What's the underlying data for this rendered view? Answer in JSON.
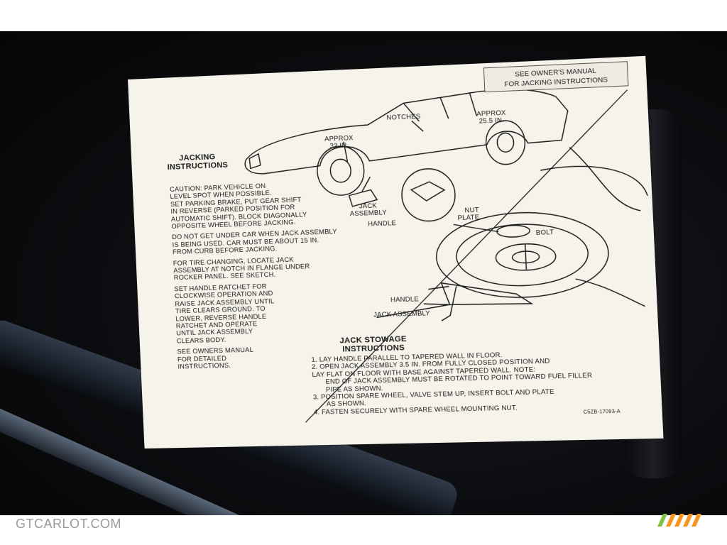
{
  "decal": {
    "see_manual_line1": "SEE OWNER'S MANUAL",
    "see_manual_line2": "FOR JACKING INSTRUCTIONS",
    "jacking_title_1": "JACKING",
    "jacking_title_2": "INSTRUCTIONS",
    "labels": {
      "notches": "NOTCHES",
      "approx_32_1": "APPROX",
      "approx_32_2": "32 IN.",
      "approx_25_1": "APPROX",
      "approx_25_2": "25.5 IN.",
      "jack_assembly_1": "JACK",
      "jack_assembly_2": "ASSEMBLY",
      "handle_top": "HANDLE",
      "nut": "NUT",
      "plate": "PLATE",
      "bolt": "BOLT",
      "handle": "HANDLE",
      "jack_assembly": "JACK ASSEMBLY"
    },
    "caution_lines": [
      "CAUTION: PARK VEHICLE ON",
      "LEVEL SPOT WHEN POSSIBLE.",
      "SET PARKING BRAKE, PUT GEAR SHIFT",
      "IN REVERSE (PARKED POSITION FOR",
      "AUTOMATIC SHIFT). BLOCK DIAGONALLY",
      "OPPOSITE WHEEL BEFORE JACKING.",
      "",
      "DO NOT GET UNDER CAR WHEN JACK ASSEMBLY",
      "IS BEING USED. CAR MUST BE ABOUT 15 IN.",
      "FROM CURB BEFORE JACKING.",
      "",
      "FOR TIRE CHANGING, LOCATE JACK",
      "ASSEMBLY AT NOTCH IN FLANGE UNDER",
      "ROCKER PANEL. SEE SKETCH.",
      "",
      "SET HANDLE RATCHET FOR",
      "CLOCKWISE OPERATION AND",
      "RAISE JACK ASSEMBLY UNTIL",
      "TIRE CLEARS GROUND. TO",
      "LOWER, REVERSE HANDLE",
      "RATCHET AND OPERATE",
      "UNTIL JACK ASSEMBLY",
      "CLEARS BODY.",
      "",
      "SEE OWNERS MANUAL",
      "FOR DETAILED",
      "INSTRUCTIONS."
    ],
    "stowage_title_1": "JACK STOWAGE",
    "stowage_title_2": "INSTRUCTIONS",
    "stowage_lines": [
      "1. LAY HANDLE PARALLEL TO TAPERED WALL IN FLOOR.",
      "2. OPEN JACK ASSEMBLY 3.5 IN. FROM FULLY CLOSED POSITION AND",
      "LAY FLAT ON FLOOR WITH BASE AGAINST TAPERED WALL. NOTE:",
      "END OF JACK ASSEMBLY MUST BE ROTATED TO POINT TOWARD FUEL FILLER",
      "PIPE AS SHOWN.",
      "3. POSITION SPARE WHEEL, VALVE STEM UP, INSERT BOLT AND PLATE",
      "AS SHOWN.",
      "4. FASTEN SECURELY WITH SPARE WHEEL MOUNTING NUT."
    ],
    "part_code": "C5ZB-17093-A"
  },
  "watermark": "GTCARLOT.COM",
  "colors": {
    "decal": "#f5f3ea",
    "ink": "#1a1a1a",
    "background": "#0c0d10"
  }
}
